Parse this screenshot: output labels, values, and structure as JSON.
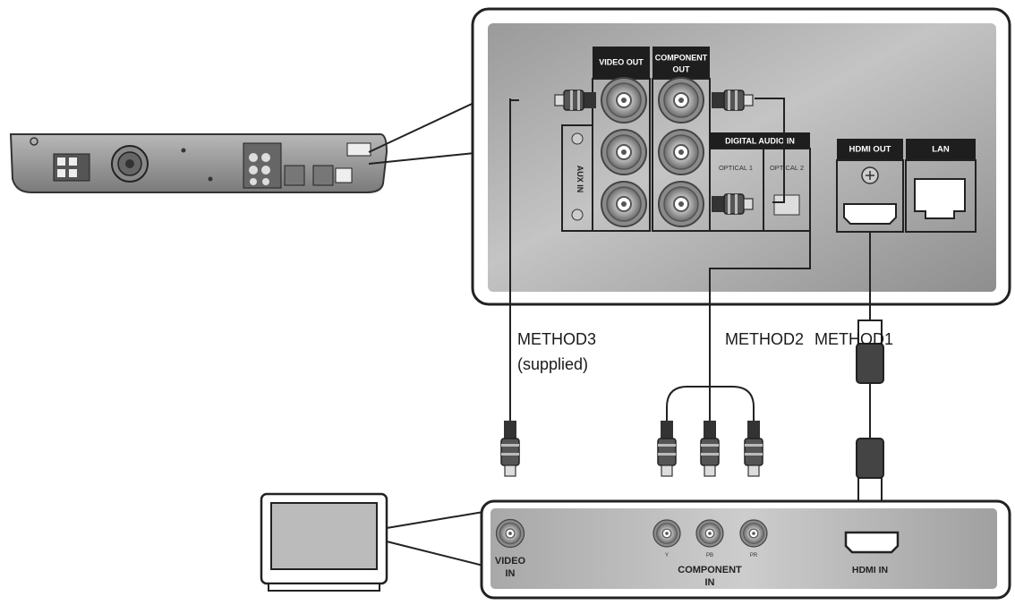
{
  "player_panel": {
    "video_out": "VIDEO OUT",
    "component_out_line1": "COMPONENT",
    "component_out_line2": "OUT",
    "digital_audio_in": "DIGITAL AUDIO IN",
    "optical1": "OPTICAL 1",
    "optical2": "OPTICAL 2",
    "aux_in": "AUX IN",
    "hdmi_out": "HDMI OUT",
    "lan": "LAN"
  },
  "methods": {
    "method3": "METHOD3",
    "method3_note": "(supplied)",
    "method2": "METHOD2",
    "method1": "METHOD1"
  },
  "tv_panel": {
    "video_in_line1": "VIDEO",
    "video_in_line2": "IN",
    "component_in_line1": "COMPONENT",
    "component_in_line2": "IN",
    "jack_y": "Y",
    "jack_pb": "PB",
    "jack_pr": "PR",
    "hdmi_in": "HDMI IN"
  }
}
